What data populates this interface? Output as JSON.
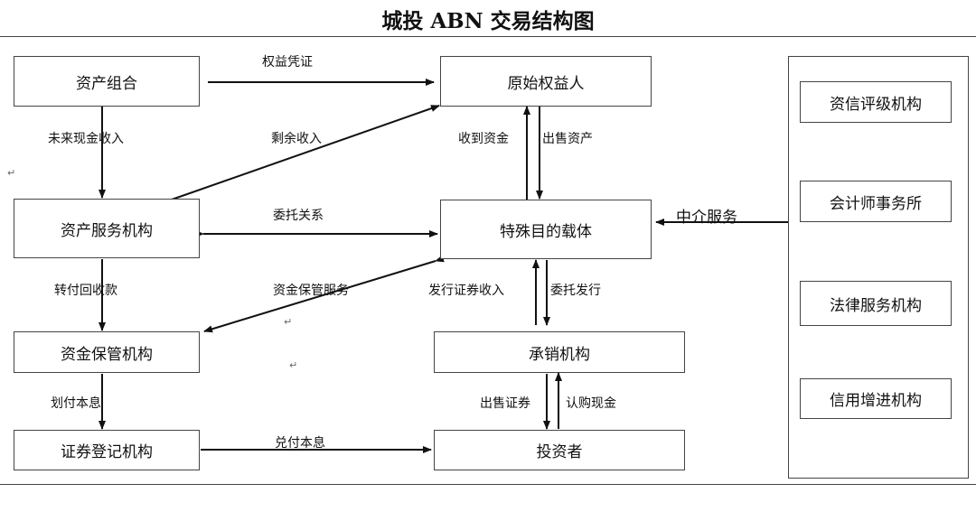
{
  "title": "城投 ABN 交易结构图",
  "boxes": {
    "asset_pool": "资产组合",
    "originator": "原始权益人",
    "asset_servicer": "资产服务机构",
    "spv": "特殊目的载体",
    "custodian": "资金保管机构",
    "underwriter": "承销机构",
    "registrar": "证券登记机构",
    "investor": "投资者",
    "rating_agency": "资信评级机构",
    "accounting_firm": "会计师事务所",
    "law_firm": "法律服务机构",
    "credit_enhancer": "信用增进机构"
  },
  "labels": {
    "equity_certificate": "权益凭证",
    "future_cash_income": "未来现金收入",
    "residual_income": "剩余收入",
    "funds_received": "收到资金",
    "assets_sold": "出售资产",
    "entrustment": "委托关系",
    "intermediary_services": "中介服务",
    "transfer_collection": "转付回收款",
    "custody_service": "资金保管服务",
    "issuance_income": "发行证券收入",
    "entrusted_issuance": "委托发行",
    "principal_interest_transfer": "划付本息",
    "securities_sold": "出售证券",
    "subscription_cash": "认购现金",
    "principal_interest_payment": "兑付本息"
  }
}
